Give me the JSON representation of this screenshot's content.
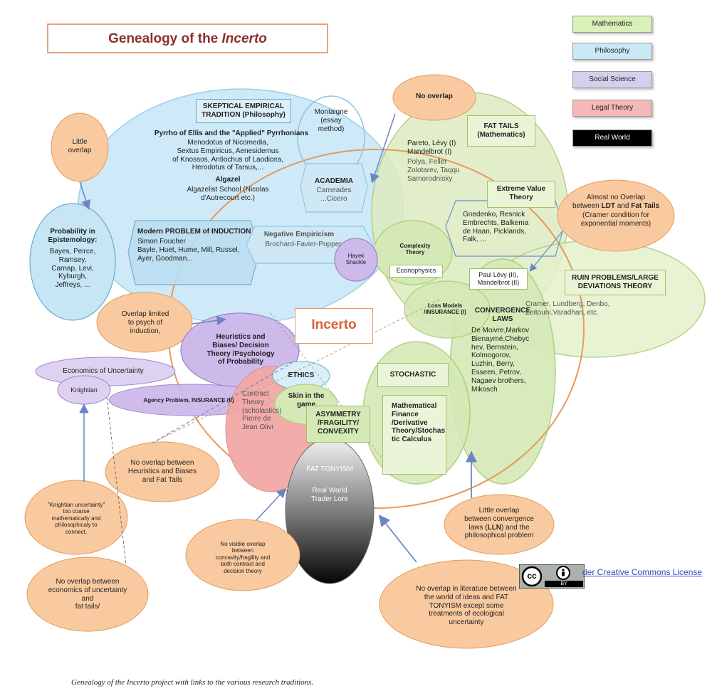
{
  "title": {
    "main": "Genealogy of the ",
    "emphasis": "Incerto"
  },
  "legend": [
    {
      "label": "Mathematics",
      "color": "#d9f0b8"
    },
    {
      "label": "Philosophy",
      "color": "#c9e9f7"
    },
    {
      "label": "Social Science",
      "color": "#d7cdec"
    },
    {
      "label": "Legal Theory",
      "color": "#f4b8b6"
    },
    {
      "label": "Real World",
      "color": "#000000"
    }
  ],
  "colors": {
    "philosophy": "#bfe3f5",
    "mathematics": "#dcecc0",
    "social_science": "#d9c9ef",
    "legal": "#f2a8a6",
    "overlap_note": "#f9caa0",
    "incerto_ring": "#e59a5e",
    "arrow": "#6b86c6"
  },
  "nodes": {
    "skeptical_header": "SKEPTICAL EMPIRICAL\nTRADITION (Philosophy)",
    "pyrrho_title": "Pyrrho of Ellis and the \"Applied\" Pyrrhonians",
    "pyrrho_names": "Menodotus of Nicomedia,\nSextus Empiricus, Aenesidemus\nof Knossos, Antiochus of Laodicea,\nHerodotus of Tarsus,...",
    "algazel_title": "Algazel",
    "algazel_names": "Algazelist School (Nicolas\nd'Autrecourt  etc.)",
    "montaigne": "Montaigne\n(essay\nmethod)",
    "academia_title": "ACADEMIA",
    "academia_names": "Carneades\n...Cicero",
    "induction_title": "Modern PROBLEM of INDUCTION",
    "induction_names": "Simon Foucher\nBayle, Huet, Hume, Mill, Russel,\nAyer, Goodman...",
    "negative_title": "Negative Empiricism",
    "negative_names": "Brochard-Favier-Popper",
    "hayek": "Hayek\nShackle",
    "little_overlap": "Little\noverlap",
    "prob_epist_title": "Probability in\nEpistemology:",
    "prob_epist_names": "Bayes, Peirce,\nRamsey,\nCarnap,  Levi,\nKyburgh,\nJeffreys, ...",
    "no_overlap_top": "No overlap",
    "fat_tails_header": "FAT TAILS\n(Mathematics)",
    "fat_tails_names_bold": "Pareto, Lévy (I)\nMandelbrot (I)",
    "fat_tails_names": "Polya,  Feller\nZolotarev, Taqqu\nSamorodnisky",
    "evt_header": "Extreme Value\nTheory",
    "evt_names": "Gnedenko, Resnick\nEmbrechts, Balkema\nde Haan, Picklands,\nFalk, ...",
    "ldt_note_1": "Almost no Overlap",
    "ldt_note_2a": "between ",
    "ldt_note_2b": "LDT",
    "ldt_note_2c": " and ",
    "ldt_note_2d": "Fat Tails",
    "ldt_note_3": "(Cramer condition for\nexponential moments)",
    "complexity": "Complexity\nTheory",
    "econophysics": "Econophysics",
    "levy_box": "Paul Lévy (II),\nMandelbrot (II)",
    "ruin_header": "RUIN PROBLEMS/LARGE\nDEVIATIONS THEORY",
    "ruin_names": "Cramer, Lundberg, Denbo,\nZeitouni,Varadhan, etc.",
    "loss_models": "Loss Models\n/INSURANCE (I)",
    "convergence_header": "CONVERGENCE\nLAWS",
    "convergence_names": "De Moivre,Markov\nBienaymé,Chebyc\nhev, Bernstein,\nKolmogorov,\nLuzhin, Berry,\nEsseen, Petrov,\nNagaev brothers,\nMikosch",
    "overlap_psych": "Overlap limited\nto psych of\ninduction,",
    "incerto": "Incerto",
    "heuristics": "Heuristics and\nBiases/  Decision\nTheory /Psychology\nof Probability",
    "econ_uncertainty": "Economics of Uncertainty",
    "knightian": "Knightian",
    "agency": "Agency Problem,  INSURANCE (II)",
    "ethics": "ETHICS",
    "skin": "Skin in the\ngame",
    "contract": "Contract\nTheory\n(scholastics)\nPierre de\nJean Olivi",
    "asymmetry": "ASYMMETRY\n/FRAGILITY/\nCONVEXITY",
    "stochastic_header": "STOCHASTIC",
    "math_finance": "Mathematical\nFinance\n/Derivative\nTheory/Stochas\ntic Calculus",
    "fat_tonyism_title": "FAT TONYISM",
    "fat_tonyism_body": "Real World\nTrader Lore",
    "no_overlap_hb": "No overlap between\nHeuristics and Biases\nand Fat Tails",
    "knightian_note": "\"Knightian uncertainty\"\ntoo coarse\nmathematically and\nphilosophicaly to\nconnect.",
    "no_overlap_econ": "No overlap between\neconomics of uncertainty\nand\nfat tails/",
    "no_visible_overlap": "No visible overlap\nbetween\nconcavity/fragility and\nboth contract and\ndecision theory",
    "little_overlap_conv_1": "Little overlap\nbetween convergence\nlaws (",
    "little_overlap_conv_2": "LLN",
    "little_overlap_conv_3": ") and the\nphilosophical problem",
    "no_overlap_lit": "No overlap in literature between\nthe world of ideas and FAT\nTONYISM except some\ntreatments of ecological\nuncertainty"
  },
  "license": {
    "badge_cc": "cc",
    "badge_by": "BY",
    "link_text": "der Creative Commons License"
  },
  "caption": "Genealogy of the Incerto project with links to the various research traditions."
}
